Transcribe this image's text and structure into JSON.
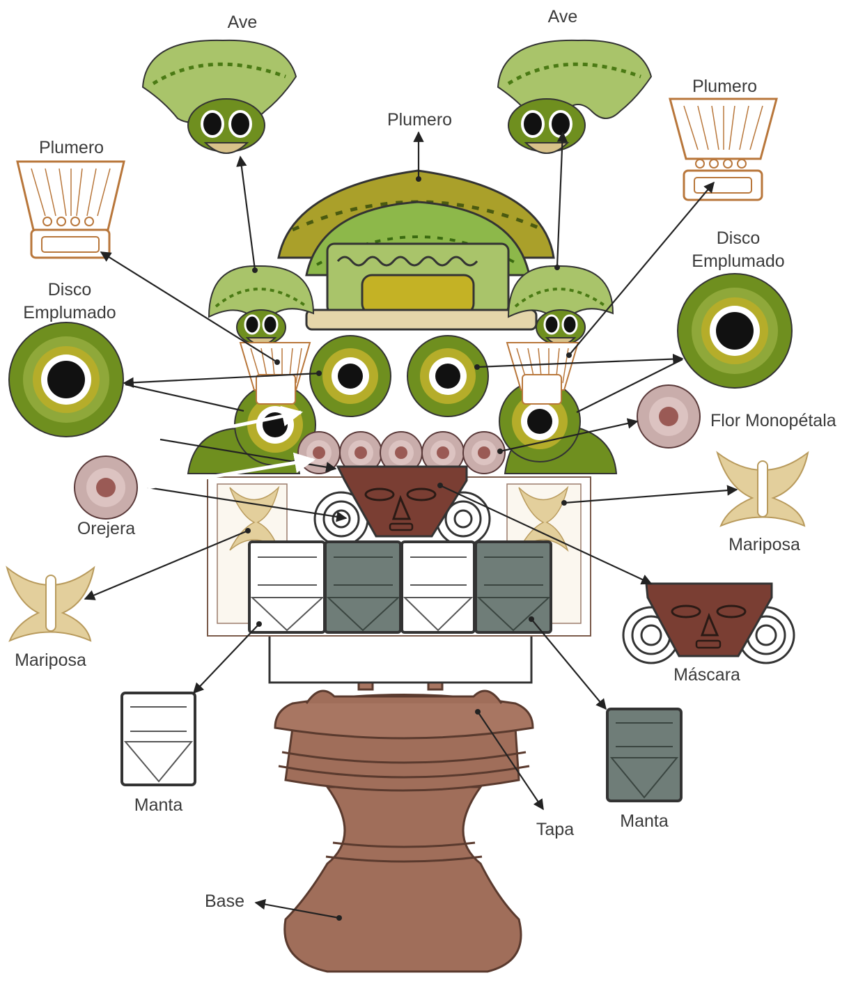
{
  "colors": {
    "feather_dark": "#6f8f1f",
    "feather_light": "#a9c46a",
    "feather_olive": "#b5ad2a",
    "beige": "#d8c28a",
    "clay": "#9c6a55",
    "mask": "#7a3e33",
    "manta_gray": "#6f7d78",
    "flower": "#c9adab",
    "flower_center": "#9a5a55",
    "outline": "#3a3a3a",
    "arrow": "#222222"
  },
  "labels": {
    "ave_left": "Ave",
    "ave_right": "Ave",
    "plumero_center": "Plumero",
    "plumero_left": "Plumero",
    "plumero_right": "Plumero",
    "disco_left_1": "Disco",
    "disco_left_2": "Emplumado",
    "disco_right_1": "Disco",
    "disco_right_2": "Emplumado",
    "flor": "Flor Monopétala",
    "orejera": "Orejera",
    "mariposa_left": "Mariposa",
    "mariposa_right": "Mariposa",
    "mascara": "Máscara",
    "manta_left": "Manta",
    "manta_right": "Manta",
    "tapa": "Tapa",
    "base": "Base"
  }
}
